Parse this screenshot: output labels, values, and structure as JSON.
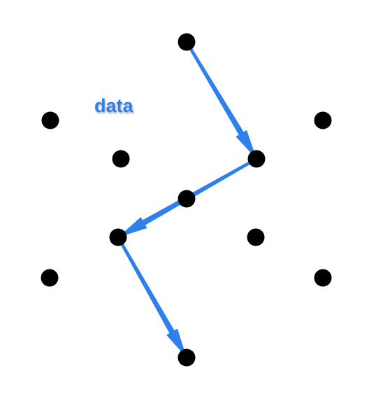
{
  "diagram": {
    "label": "data",
    "colors": {
      "background": "#ffffff",
      "dot": "#000000",
      "arrow": "#2f80ed",
      "label": "#2f80ed",
      "label_shadow": "#9aa3ad"
    },
    "nodes": [
      {
        "id": "top"
      },
      {
        "id": "outer-left-upper"
      },
      {
        "id": "outer-right-upper"
      },
      {
        "id": "inner-left-upper"
      },
      {
        "id": "inner-right-upper"
      },
      {
        "id": "center"
      },
      {
        "id": "inner-left-lower"
      },
      {
        "id": "inner-right-lower"
      },
      {
        "id": "outer-left-lower"
      },
      {
        "id": "outer-right-lower"
      },
      {
        "id": "bottom"
      }
    ],
    "arrows": [
      {
        "from": "top",
        "to": "inner-right-upper"
      },
      {
        "from": "inner-right-upper",
        "to": "inner-left-lower"
      },
      {
        "from": "inner-left-lower",
        "to": "bottom"
      }
    ]
  }
}
